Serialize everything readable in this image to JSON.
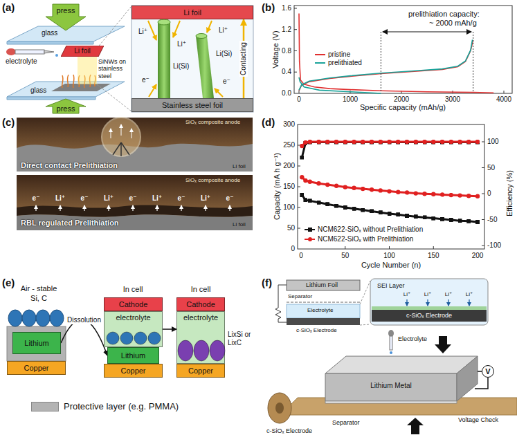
{
  "diagram": {
    "nodes": [
      {
        "text": [
          "Li foil"
        ]
      },
      {
        "text": [
          "Li foil"
        ]
      },
      {
        "text": [
          "Stainless steel foil"
        ]
      },
      {
        "text": [
          "Lithium"
        ]
      },
      {
        "text": [
          "Copper"
        ]
      },
      {
        "text": [
          "Cathode"
        ]
      },
      {
        "text": [
          "electrolyte"
        ]
      },
      {
        "text": [
          "Lithium"
        ]
      },
      {
        "text": [
          "Copper"
        ]
      },
      {
        "text": [
          "Cathode"
        ]
      },
      {
        "text": [
          "electrolyte"
        ]
      },
      {
        "text": [
          "Copper"
        ]
      },
      {
        "text": [
          "V"
        ]
      }
    ],
    "edges": [
      {
        "from": 2,
        "to": 1,
        "arrow": "to",
        "label": "Contacting"
      },
      {
        "from": 3,
        "to": 7,
        "arrow": "to",
        "label": "Dissolution"
      },
      {
        "from": 6,
        "to": 10,
        "arrow": "to"
      }
    ],
    "labels": [
      "(a)",
      "press",
      "glass",
      "electrolyte",
      "SiNWs on stainless steel",
      "glass",
      "press",
      "Li⁺",
      "Li⁺",
      "Li⁺",
      "e⁻",
      "e⁻",
      "Li(Si)",
      "Li(Si)",
      "(b)",
      "1.6",
      "1.2",
      "0.8",
      "0.4",
      "0.0",
      "0",
      "1000",
      "2000",
      "3000",
      "4000",
      "Voltage (V)",
      "Specific capacity (mAh/g)",
      "prelithiation capacity:",
      "~ 2000 mAh/g",
      "(c)",
      "SiOₓ composite anode",
      "Direct contact Prelithiation",
      "Li foil",
      "SiOₓ composite anode",
      "RBL regulated Prelithiation",
      "Li foil",
      "e⁻",
      "Li⁺",
      "e⁻",
      "Li⁺",
      "e⁻",
      "Li⁺",
      "e⁻",
      "Li⁺",
      "e⁻",
      "(d)",
      "0",
      "50",
      "100",
      "150",
      "200",
      "250",
      "300",
      "100",
      "50",
      "0",
      "-50",
      "-100",
      "0",
      "50",
      "100",
      "150",
      "200",
      "Capacity (mA h g⁻¹)",
      "Efficiency (%)",
      "Cycle Number (n)",
      "(e)",
      "Air - stable",
      "Si, C",
      "In cell",
      "In cell",
      "LixSi or LixC",
      "(f)",
      "Lithium Foil",
      "Separator",
      "Electrolyte",
      "c-SiOₓ Electrode",
      "SEI Layer",
      "Li⁺",
      "Li⁺",
      "Li⁺",
      "Li⁺",
      "c-SiOₓ Electrode",
      "Electrolyte",
      "c-SiOₓ Electrode",
      "Lithium Metal",
      "Separator",
      "Voltage Check"
    ],
    "legend": [
      {
        "text": "pristine"
      },
      {
        "text": "prelithiated"
      },
      {
        "text": "NCM622-SiOₓ without Prelithiation"
      },
      {
        "text": "NCM622-SiOₓ with Prelithiation"
      },
      {
        "text": "Protective layer (e.g. PMMA)",
        "color": "#b3b3b3"
      }
    ]
  }
}
